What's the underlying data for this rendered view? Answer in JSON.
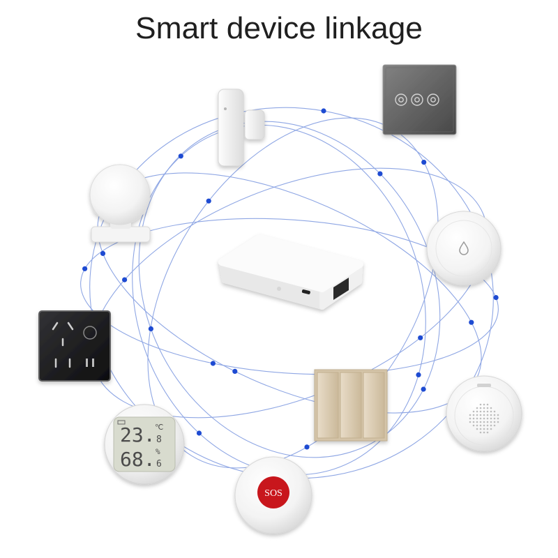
{
  "title": "Smart device linkage",
  "thermo_hygrometer": {
    "temperature": "23.",
    "temperature_decimal": "8",
    "temperature_unit": "℃",
    "humidity": "68.",
    "humidity_decimal": "6",
    "humidity_unit": "%"
  },
  "sos_button": {
    "label": "SOS"
  },
  "icons": {
    "water_sensor": "water-drop-icon",
    "touch_switch": "touch-key-icon",
    "socket_touch": "touch-key-icon"
  },
  "colors": {
    "title": "#1f1f1f",
    "orbit": "#8ea6e4",
    "node": "#1e4bd2",
    "sos_red": "#c8161d",
    "lcd_digits": "#4b4b4b"
  }
}
